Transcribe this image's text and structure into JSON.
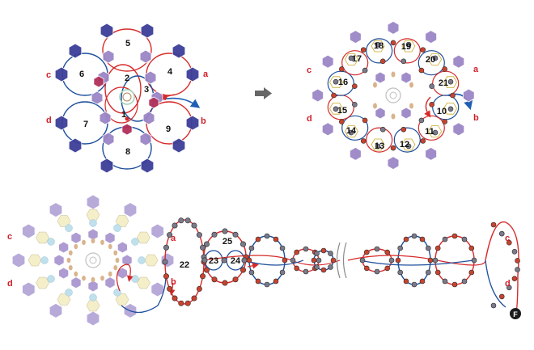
{
  "diagram": {
    "colors": {
      "red_thread": "#d62a2a",
      "blue_thread": "#1d4f9c",
      "purple_crystal": "#9b86c6",
      "navy_crystal": "#3c3f98",
      "red_bead": "#c9432e",
      "gray_bead": "#7a7a8a",
      "blue_arrow": "#1f5fb3",
      "arrow_gray": "#666666",
      "pale_blue": "#bfe0ec",
      "pale_yellow": "#f5efc9",
      "tan": "#d9b48c"
    },
    "step1": {
      "labels_num": [
        "1",
        "2",
        "3",
        "4",
        "5",
        "6",
        "7",
        "8",
        "9"
      ],
      "labels_side": [
        "a",
        "b",
        "c",
        "d"
      ]
    },
    "arrow_icon": "right-arrow-icon",
    "step2": {
      "labels_num": [
        "10",
        "11",
        "12",
        "13",
        "14",
        "15",
        "16",
        "17",
        "18",
        "19",
        "20",
        "21"
      ],
      "labels_side": [
        "a",
        "b",
        "c",
        "d"
      ]
    },
    "step3": {
      "labels_num": [
        "22",
        "23",
        "24",
        "25"
      ],
      "labels_side": [
        "a",
        "b",
        "c",
        "d"
      ],
      "end_marker": "F"
    }
  }
}
